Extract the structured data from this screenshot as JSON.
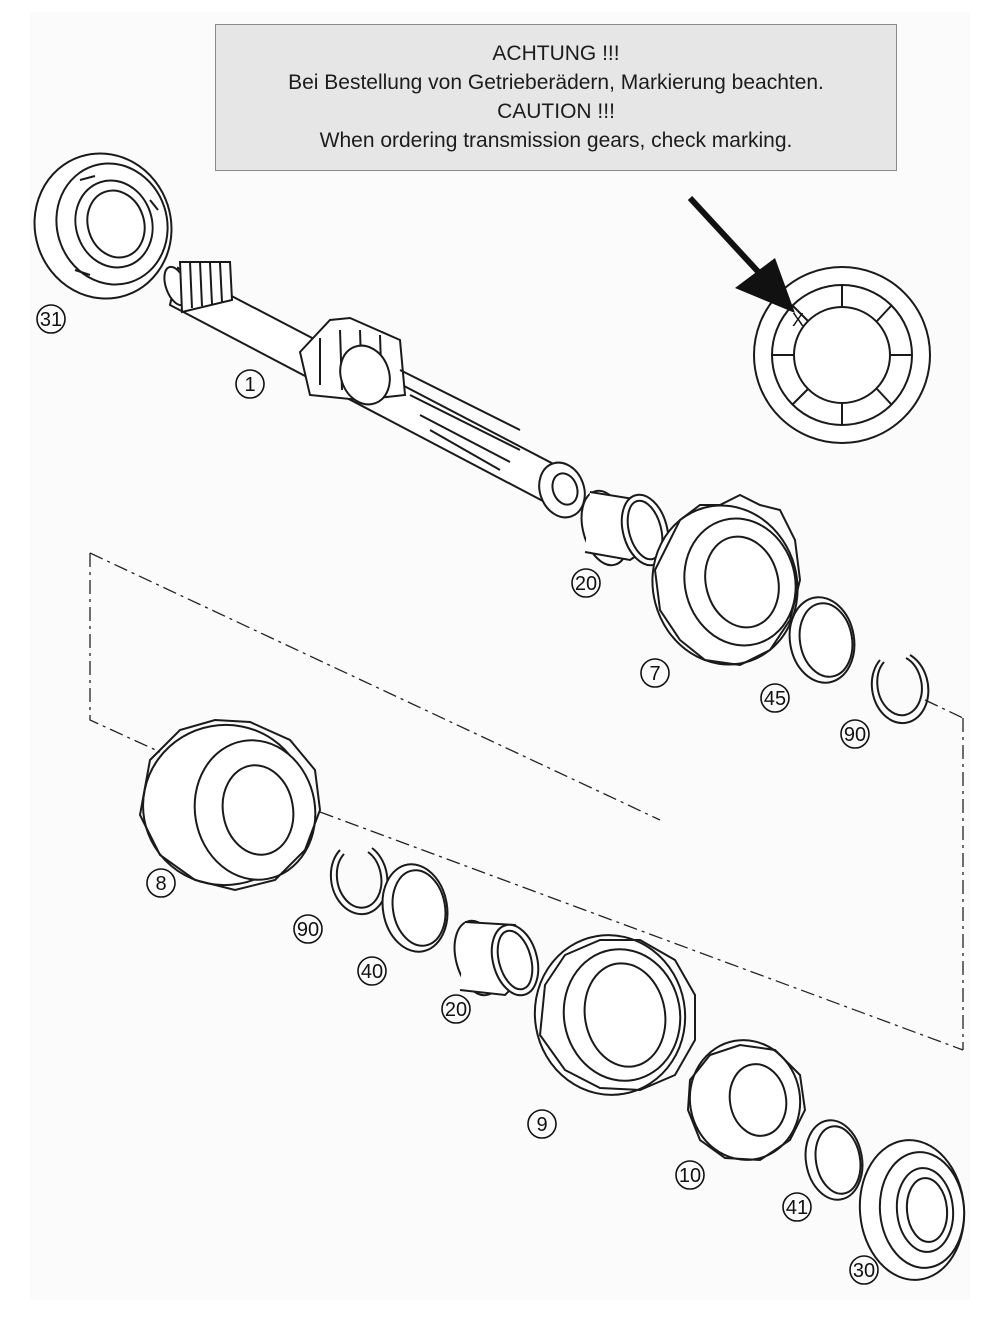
{
  "notice": {
    "line1": "ACHTUNG !!!",
    "line2": "Bei Bestellung von Getrieberädern, Markierung beachten.",
    "line3": "CAUTION !!!",
    "line4": "When ordering transmission gears, check marking."
  },
  "marking_symbol": "X",
  "callouts": [
    {
      "id": "31",
      "label": "31"
    },
    {
      "id": "1",
      "label": "1"
    },
    {
      "id": "20a",
      "label": "20"
    },
    {
      "id": "7",
      "label": "7"
    },
    {
      "id": "45",
      "label": "45"
    },
    {
      "id": "90a",
      "label": "90"
    },
    {
      "id": "8",
      "label": "8"
    },
    {
      "id": "90b",
      "label": "90"
    },
    {
      "id": "40",
      "label": "40"
    },
    {
      "id": "20b",
      "label": "20"
    },
    {
      "id": "9",
      "label": "9"
    },
    {
      "id": "10",
      "label": "10"
    },
    {
      "id": "41",
      "label": "41"
    },
    {
      "id": "30",
      "label": "30"
    }
  ],
  "colors": {
    "line": "#1a1a1a",
    "notice_bg": "#e6e6e6",
    "part_fill": "#ffffff"
  }
}
